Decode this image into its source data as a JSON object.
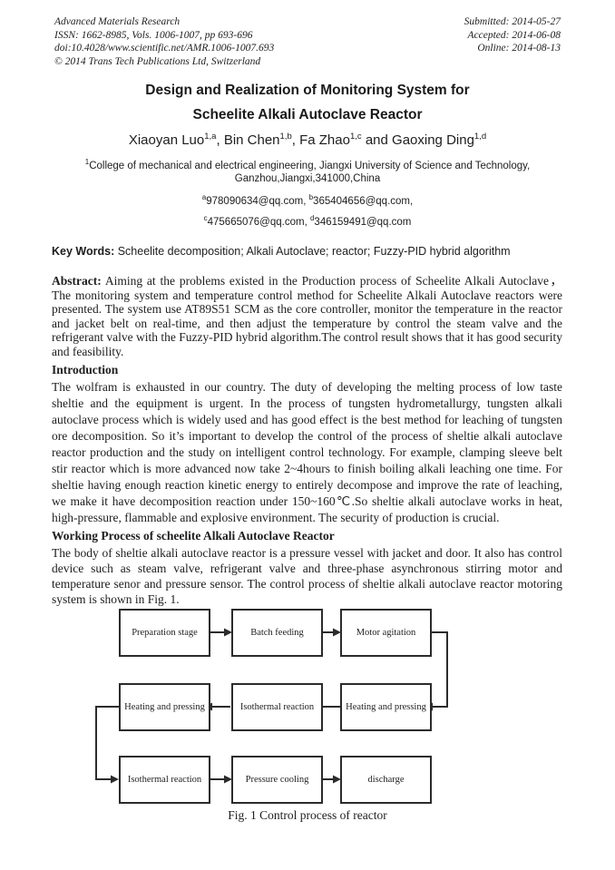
{
  "journal_header": {
    "left_lines": [
      "Advanced Materials Research",
      "ISSN: 1662-8985, Vols. 1006-1007, pp 693-696",
      "doi:10.4028/www.scientific.net/AMR.1006-1007.693",
      "© 2014 Trans Tech Publications Ltd, Switzerland"
    ],
    "right_lines": [
      "Submitted: 2014-05-27",
      "Accepted: 2014-06-08",
      "Online: 2014-08-13"
    ]
  },
  "title": {
    "line1": "Design and Realization of Monitoring System for",
    "line2": "Scheelite Alkali Autoclave Reactor"
  },
  "authors": [
    {
      "prefix": "",
      "name": "Xiaoyan Luo",
      "sup": "1,a"
    },
    {
      "prefix": ", ",
      "name": "Bin Chen",
      "sup": "1,b"
    },
    {
      "prefix": ", ",
      "name": "Fa Zhao",
      "sup": "1,c"
    },
    {
      "prefix": " and ",
      "name": "Gaoxing Ding",
      "sup": "1,d"
    }
  ],
  "affiliation": {
    "sup": "1",
    "line1": "College of mechanical and electrical engineering, Jiangxi University of Science and Technology,",
    "line2": "Ganzhou,Jiangxi,341000,China"
  },
  "emails": {
    "line1": [
      {
        "sup": "a",
        "text": "978090634@qq.com, "
      },
      {
        "sup": "b",
        "text": "365404656@qq.com,"
      }
    ],
    "line2": [
      {
        "sup": "c",
        "text": "475665076@qq.com, "
      },
      {
        "sup": "d",
        "text": "346159491@qq.com"
      }
    ]
  },
  "keywords": {
    "label": "Key Words:",
    "text": "Scheelite decomposition; Alkali Autoclave; reactor; Fuzzy-PID hybrid algorithm"
  },
  "abstract": {
    "label": "Abstract:",
    "text": "Aiming at the problems existed in the Production process of Scheelite Alkali Autoclave，The monitoring system and temperature control method for Scheelite Alkali Autoclave reactors were presented. The system use AT89S51 SCM as the core controller, monitor the temperature in the reactor and jacket belt on real-time, and then adjust the temperature by control the steam valve and the refrigerant valve with the Fuzzy-PID hybrid algorithm.The control result shows that it has good security and feasibility."
  },
  "sections": [
    {
      "heading": "Introduction",
      "body": "The wolfram is exhausted in our country. The duty of developing the melting process of low taste sheltie and the equipment is urgent. In the process of tungsten hydrometallurgy, tungsten alkali autoclave process which is widely used and has good effect is the best method for leaching of tungsten ore decomposition. So it’s important to develop the control of the process of sheltie alkali autoclave reactor production and the study on intelligent control technology. For example, clamping sleeve belt stir reactor which is more advanced now take 2~4hours to finish boiling alkali leaching one time. For sheltie having enough reaction kinetic energy to entirely decompose and improve the rate of leaching, we make it have decomposition reaction under 150~160℃.So sheltie alkali autoclave works in heat, high-pressure, flammable and explosive environment. The security of production is crucial."
    },
    {
      "heading": "Working Process of scheelite Alkali Autoclave Reactor",
      "body": "The body of sheltie alkali autoclave reactor is a pressure vessel with jacket and door. It also has control device such as steam valve, refrigerant valve and three-phase asynchronous stirring motor and temperature senor and pressure sensor. The control process of sheltie alkali autoclave reactor motoring system is shown in Fig. 1."
    }
  ],
  "figure": {
    "caption": "Fig. 1  Control process of reactor",
    "boxes": [
      {
        "label": "Preparation stage"
      },
      {
        "label": "Batch feeding"
      },
      {
        "label": "Motor agitation"
      },
      {
        "label": "Heating and pressing"
      },
      {
        "label": "Isothermal reaction"
      },
      {
        "label": "Heating and pressing"
      },
      {
        "label": "Isothermal reaction"
      },
      {
        "label": "Pressure cooling"
      },
      {
        "label": "discharge"
      }
    ]
  }
}
